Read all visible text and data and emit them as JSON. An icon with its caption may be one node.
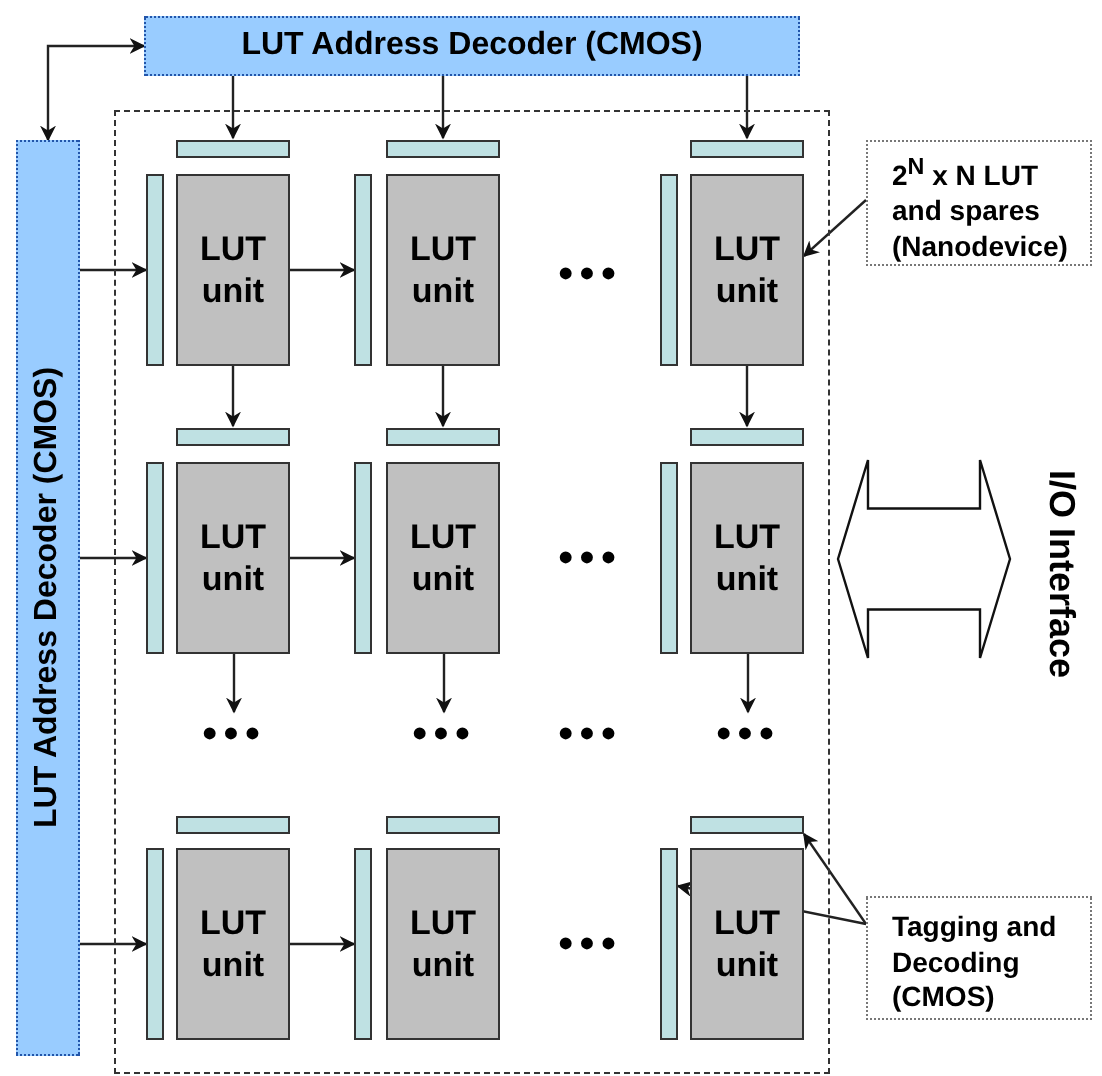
{
  "diagram": {
    "nodes": [
      {
        "text": [
          "LUT Address Decoder (CMOS)"
        ]
      },
      {
        "text": [
          "LUT Address Decoder (CMOS)"
        ]
      },
      {
        "text": [],
        "shape": "box"
      },
      {
        "text": [],
        "shape": "bar",
        "in": 2
      },
      {
        "text": [],
        "shape": "bar",
        "in": 2
      },
      {
        "text": [
          "LUT unit"
        ],
        "in": 2
      },
      {
        "text": [],
        "shape": "bar",
        "in": 2
      },
      {
        "text": [],
        "shape": "bar",
        "in": 2
      },
      {
        "text": [
          "LUT unit"
        ],
        "in": 2
      },
      {
        "text": [],
        "shape": "bar",
        "in": 2
      },
      {
        "text": [],
        "shape": "bar",
        "in": 2
      },
      {
        "text": [
          "LUT unit"
        ],
        "in": 2
      },
      {
        "text": [],
        "shape": "bar",
        "in": 2
      },
      {
        "text": [],
        "shape": "bar",
        "in": 2
      },
      {
        "text": [
          "LUT unit"
        ],
        "in": 2
      },
      {
        "text": [],
        "shape": "bar",
        "in": 2
      },
      {
        "text": [],
        "shape": "bar",
        "in": 2
      },
      {
        "text": [
          "LUT unit"
        ],
        "in": 2
      },
      {
        "text": [],
        "shape": "bar",
        "in": 2
      },
      {
        "text": [],
        "shape": "bar",
        "in": 2
      },
      {
        "text": [
          "LUT unit"
        ],
        "in": 2
      },
      {
        "text": [],
        "shape": "bar",
        "in": 2
      },
      {
        "text": [],
        "shape": "bar",
        "in": 2
      },
      {
        "text": [
          "LUT unit"
        ],
        "in": 2
      },
      {
        "text": [],
        "shape": "bar",
        "in": 2
      },
      {
        "text": [],
        "shape": "bar",
        "in": 2
      },
      {
        "text": [
          "LUT unit"
        ],
        "in": 2
      },
      {
        "text": [],
        "shape": "bar",
        "in": 2
      },
      {
        "text": [],
        "shape": "bar",
        "in": 2
      },
      {
        "text": [
          "LUT unit"
        ],
        "in": 2
      },
      {
        "text": [
          "•••"
        ],
        "in": 2
      },
      {
        "text": [
          "•••"
        ],
        "in": 2
      },
      {
        "text": [
          "•••"
        ],
        "in": 2
      },
      {
        "text": [
          "•••"
        ],
        "in": 2
      },
      {
        "text": [
          "•••"
        ],
        "in": 2
      },
      {
        "text": [
          "•••"
        ],
        "in": 2
      },
      {
        "text": [
          "•••"
        ],
        "in": 2
      },
      {
        "text": [
          "2$^{N}$ x N LUT and spares (Nanodevice)"
        ]
      },
      {
        "text": [
          "Tagging and Decoding (CMOS)"
        ]
      },
      {
        "text": [],
        "shape": "arrow",
        "beside": [
          "I/O Interface"
        ]
      }
    ],
    "edges": [
      {
        "from": 0,
        "to": 1,
        "arrow": "both"
      },
      {
        "from": 0,
        "to": 3,
        "arrow": "to"
      },
      {
        "from": 0,
        "to": 6,
        "arrow": "to"
      },
      {
        "from": 0,
        "to": 9,
        "arrow": "to"
      },
      {
        "from": 1,
        "to": 4,
        "arrow": "to"
      },
      {
        "from": 1,
        "to": 13,
        "arrow": "to"
      },
      {
        "from": 1,
        "to": 22,
        "arrow": "to"
      },
      {
        "from": 5,
        "to": 7,
        "arrow": "to"
      },
      {
        "from": 14,
        "to": 16,
        "arrow": "to"
      },
      {
        "from": 23,
        "to": 25,
        "arrow": "to"
      },
      {
        "from": 5,
        "to": 12,
        "arrow": "to"
      },
      {
        "from": 8,
        "to": 15,
        "arrow": "to"
      },
      {
        "from": 11,
        "to": 18,
        "arrow": "to"
      },
      {
        "from": 14,
        "to": 32,
        "arrow": "to"
      },
      {
        "from": 17,
        "to": 33,
        "arrow": "to"
      },
      {
        "from": 20,
        "to": 35,
        "arrow": "to"
      },
      {
        "from": 37,
        "to": 11,
        "arrow": "to"
      },
      {
        "from": 38,
        "to": 28,
        "arrow": "to"
      },
      {
        "from": 38,
        "to": 27,
        "arrow": "to"
      }
    ]
  }
}
